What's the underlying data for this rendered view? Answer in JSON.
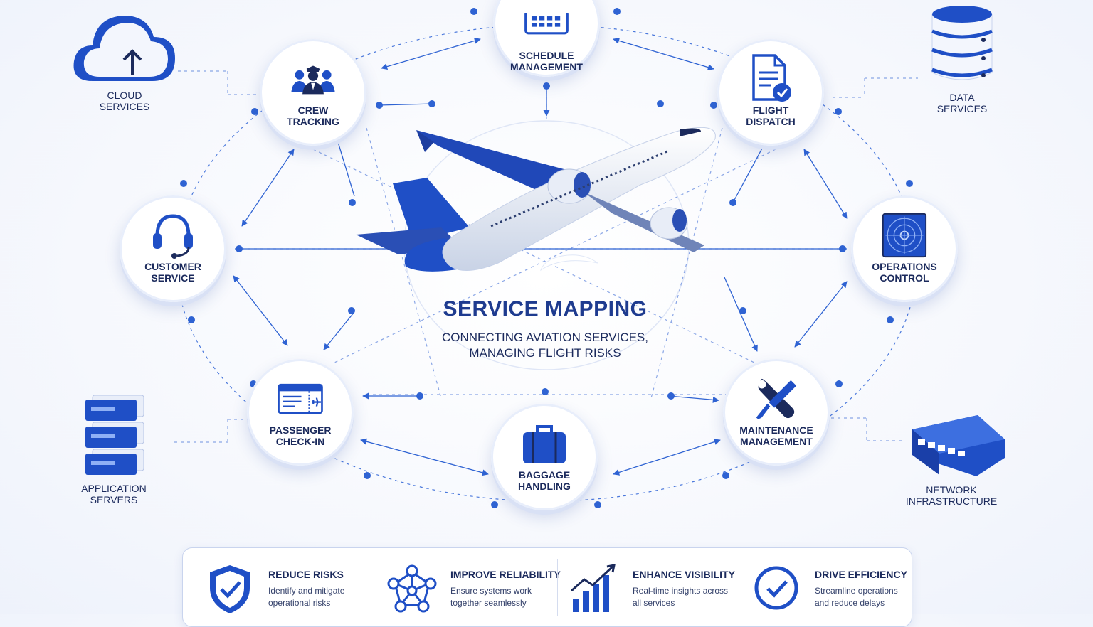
{
  "center": {
    "title": "SERVICE MAPPING",
    "subtitle": "CONNECTING AVIATION SERVICES,\nMANAGING FLIGHT RISKS"
  },
  "nodes": {
    "schedule": {
      "label": "SCHEDULE\nMANAGEMENT",
      "icon": "calendar-icon"
    },
    "crew": {
      "label": "CREW\nTRACKING",
      "icon": "crew-icon"
    },
    "dispatch": {
      "label": "FLIGHT\nDISPATCH",
      "icon": "document-check-icon"
    },
    "customer": {
      "label": "CUSTOMER\nSERVICE",
      "icon": "headset-icon"
    },
    "operations": {
      "label": "OPERATIONS\nCONTROL",
      "icon": "radar-icon"
    },
    "checkin": {
      "label": "PASSENGER\nCHECK-IN",
      "icon": "boarding-pass-icon"
    },
    "baggage": {
      "label": "BAGGAGE\nHANDLING",
      "icon": "suitcase-icon"
    },
    "maintenance": {
      "label": "MAINTENANCE\nMANAGEMENT",
      "icon": "tools-icon"
    }
  },
  "external": {
    "cloud": {
      "label": "CLOUD\nSERVICES",
      "icon": "cloud-upload-icon"
    },
    "data": {
      "label": "DATA\nSERVICES",
      "icon": "database-icon"
    },
    "app": {
      "label": "APPLICATION\nSERVERS",
      "icon": "server-stack-icon"
    },
    "network": {
      "label": "NETWORK\nINFRASTRUCTURE",
      "icon": "network-switch-icon"
    }
  },
  "benefits": [
    {
      "title": "REDUCE RISKS",
      "desc": "Identify and mitigate\noperational risks",
      "icon": "shield-check-icon"
    },
    {
      "title": "IMPROVE RELIABILITY",
      "desc": "Ensure systems work\ntogether seamlessly",
      "icon": "network-nodes-icon"
    },
    {
      "title": "ENHANCE VISIBILITY",
      "desc": "Real-time insights across\nall services",
      "icon": "bar-chart-icon"
    },
    {
      "title": "DRIVE EFFICIENCY",
      "desc": "Streamline operations\nand reduce delays",
      "icon": "check-circle-icon"
    }
  ],
  "colors": {
    "primary": "#1f4fc6",
    "dark": "#1b2a5c",
    "line": "#3d6fd8",
    "light": "#e8eefb"
  }
}
